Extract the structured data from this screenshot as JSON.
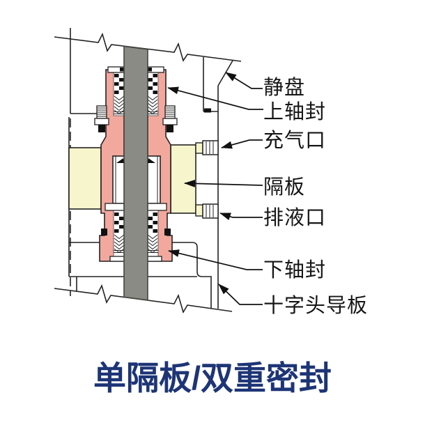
{
  "title": "单隔板/双重密封",
  "diagram": {
    "description": "cross-section of a single-partition double shaft seal on a piston rod",
    "labels": [
      {
        "id": "static-disc",
        "text": "静盘"
      },
      {
        "id": "upper-shaft-seal",
        "text": "上轴封"
      },
      {
        "id": "gas-inlet-port",
        "text": "充气口"
      },
      {
        "id": "partition-plate",
        "text": "隔板"
      },
      {
        "id": "drain-port",
        "text": "排液口"
      },
      {
        "id": "lower-shaft-seal",
        "text": "下轴封"
      },
      {
        "id": "crosshead-guide-plate",
        "text": "十字头导板"
      }
    ]
  },
  "colors": {
    "seal_pink": "#f2a89d",
    "partition_yellow": "#f7f5cc",
    "shaft_gray": "#8b8b85",
    "title_navy": "#1d3576",
    "line_ink": "#1f1f1f"
  }
}
